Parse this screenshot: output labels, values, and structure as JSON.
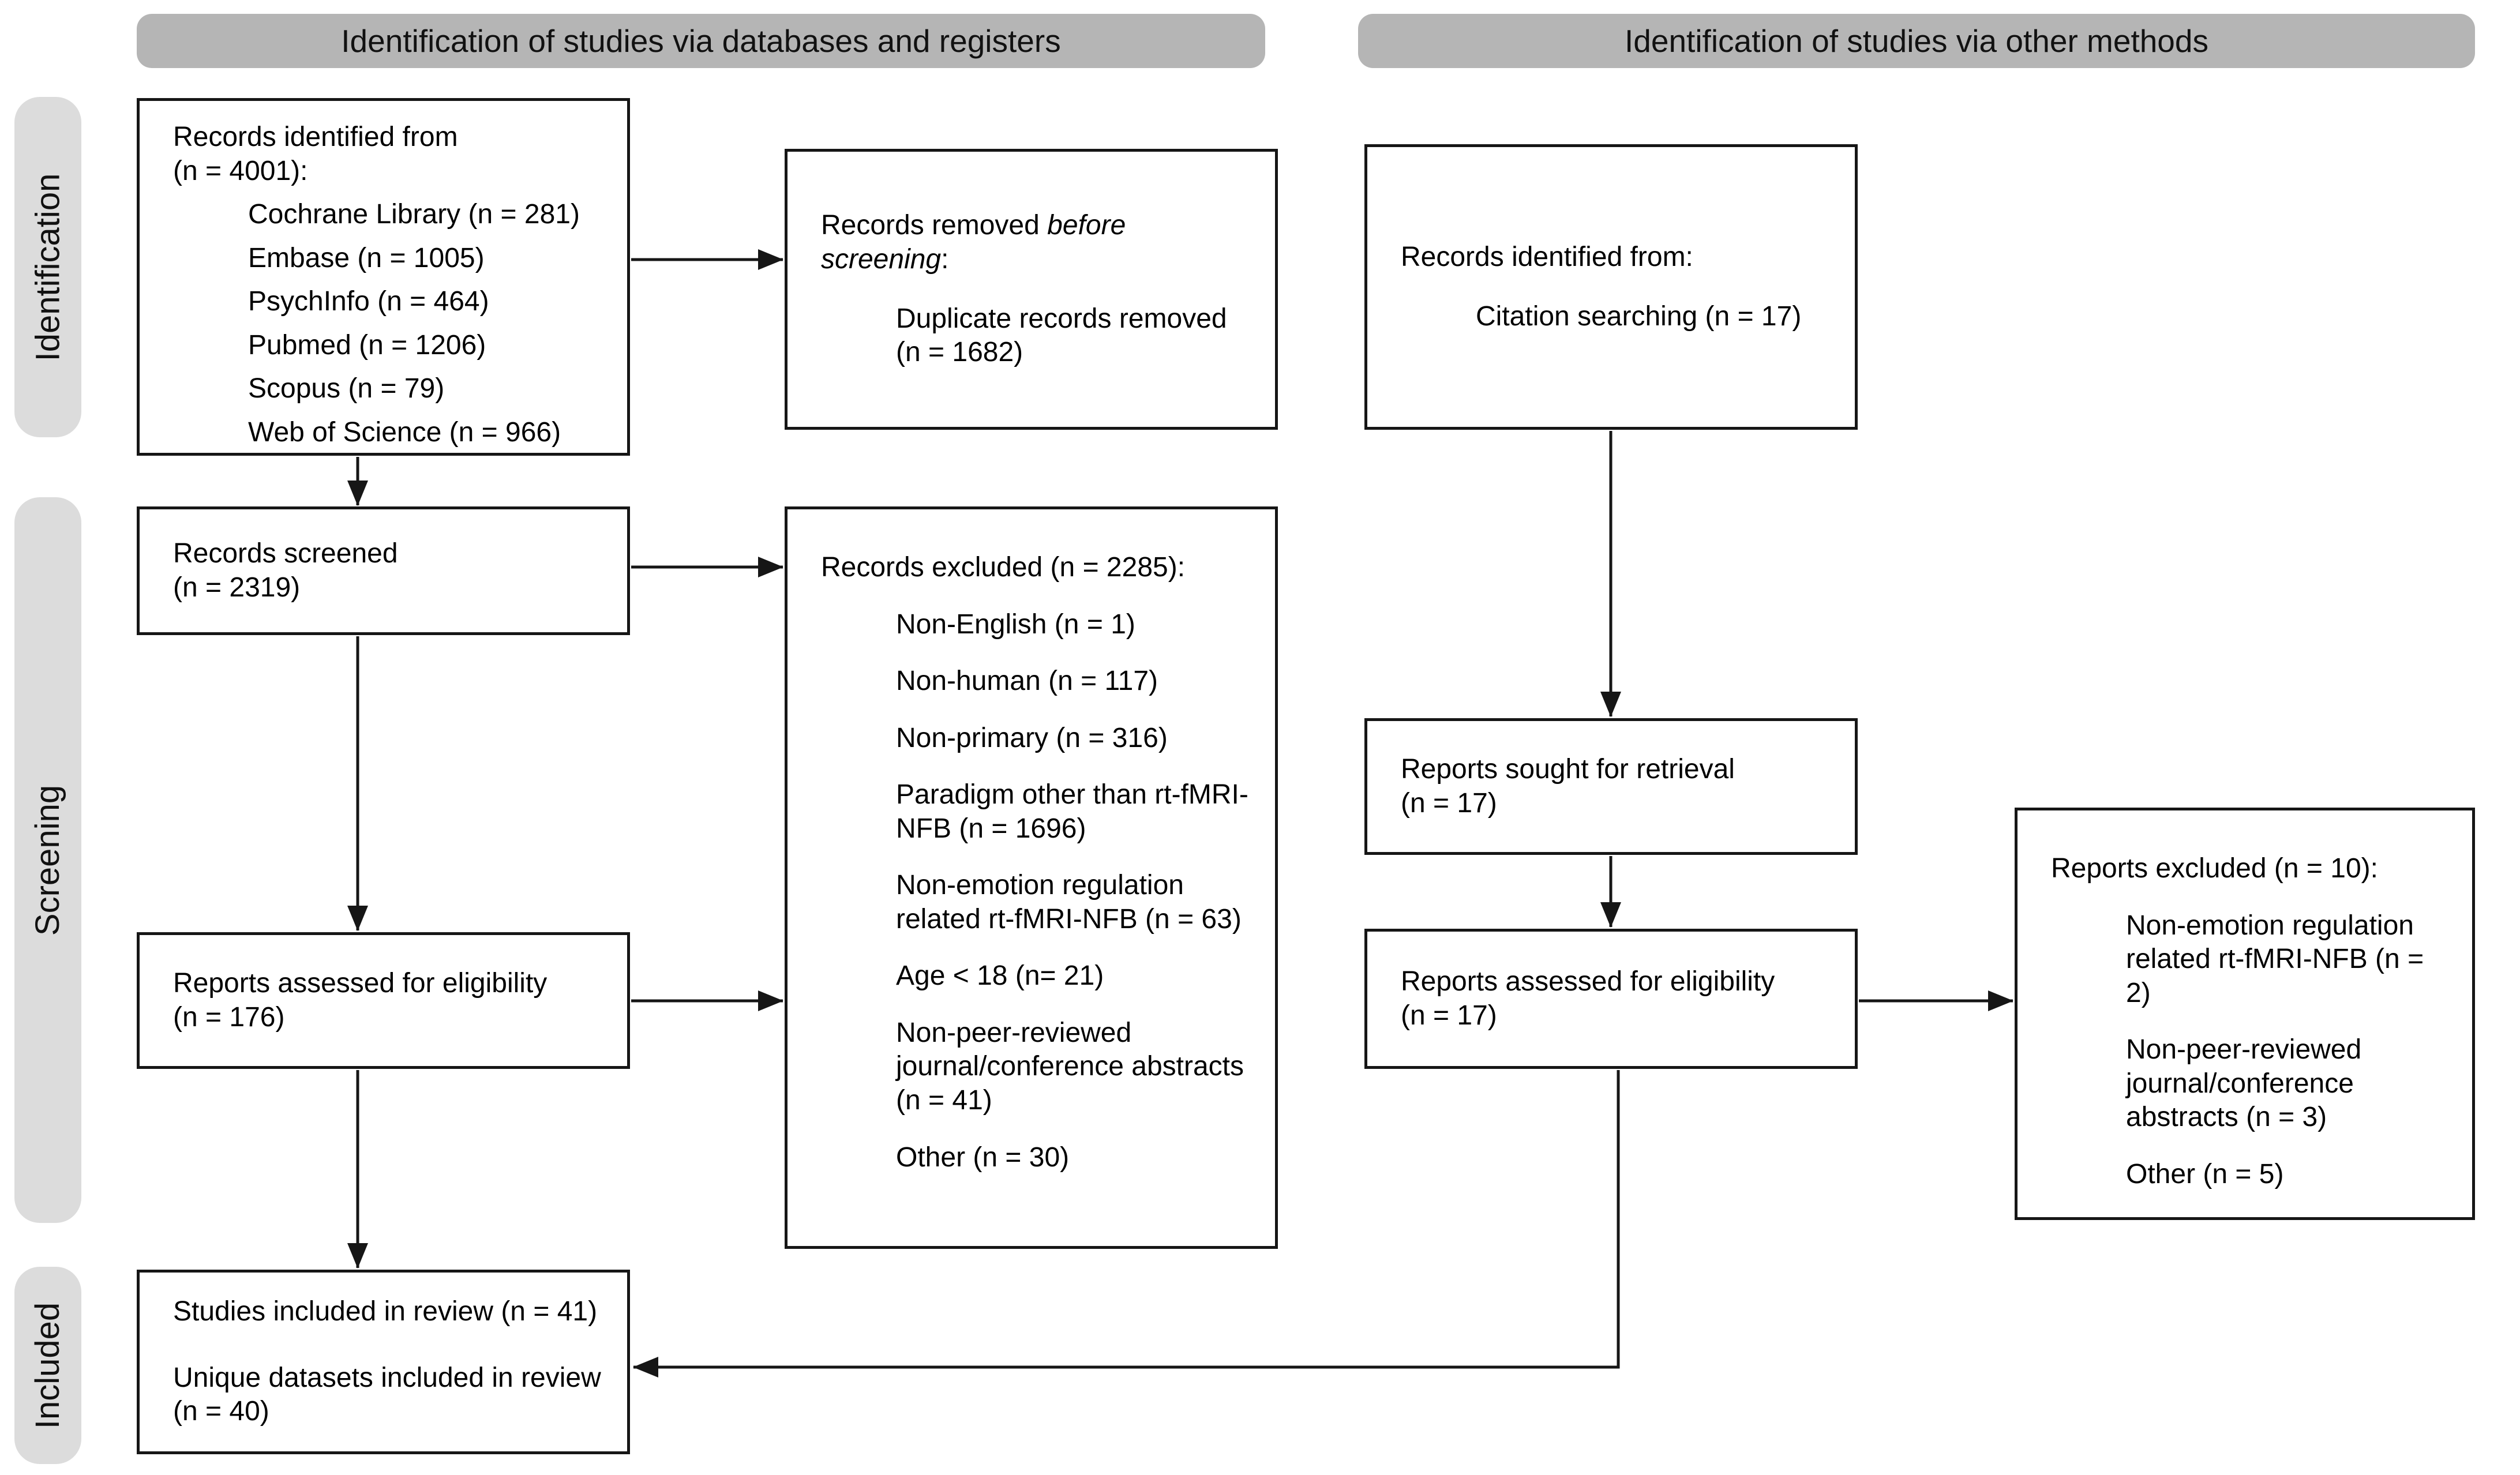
{
  "headers": {
    "databases": "Identification of studies via databases and registers",
    "other": "Identification of studies via other methods"
  },
  "side_labels": {
    "identification": "Identification",
    "screening": "Screening",
    "included": "Included"
  },
  "boxes": {
    "records_identified_db": {
      "title": "Records identified from",
      "count": "(n = 4001):",
      "items": [
        "Cochrane Library (n = 281)",
        "Embase (n = 1005)",
        "PsychInfo (n = 464)",
        "Pubmed (n = 1206)",
        "Scopus (n = 79)",
        "Web of Science (n = 966)"
      ]
    },
    "records_removed": {
      "title_prefix": "Records removed ",
      "title_italic": "before screening",
      "title_suffix": ":",
      "items": [
        "Duplicate records removed (n = 1682)"
      ]
    },
    "records_identified_other": {
      "title": "Records identified from:",
      "items": [
        "Citation searching (n = 17)"
      ]
    },
    "records_screened": {
      "title": "Records screened",
      "count": "(n = 2319)"
    },
    "records_excluded": {
      "title": "Records excluded (n = 2285):",
      "items": [
        "Non-English (n = 1)",
        "Non-human (n = 117)",
        "Non-primary (n = 316)",
        "Paradigm other than rt-fMRI-NFB (n = 1696)",
        "Non-emotion regulation related rt-fMRI-NFB (n = 63)",
        "Age < 18 (n= 21)",
        "Non-peer-reviewed journal/conference abstracts (n = 41)",
        "Other (n = 30)"
      ]
    },
    "reports_sought": {
      "title": "Reports sought for retrieval",
      "count": "(n = 17)"
    },
    "reports_assessed_db": {
      "title": "Reports assessed for eligibility",
      "count": "(n = 176)"
    },
    "reports_assessed_other": {
      "title": "Reports assessed for eligibility",
      "count": "(n = 17)"
    },
    "reports_excluded_other": {
      "title": "Reports excluded (n = 10):",
      "items": [
        "Non-emotion regulation related rt-fMRI-NFB (n = 2)",
        "Non-peer-reviewed journal/conference abstracts (n = 3)",
        "Other (n = 5)"
      ]
    },
    "studies_included": {
      "line1": "Studies included in review (n = 41)",
      "line2": "Unique datasets included in review (n = 40)"
    }
  },
  "colors": {
    "header_fill": "#b5b5b5",
    "side_label_fill": "#dcdcdc",
    "box_border": "#161616",
    "arrow": "#161616",
    "text": "#000000"
  }
}
